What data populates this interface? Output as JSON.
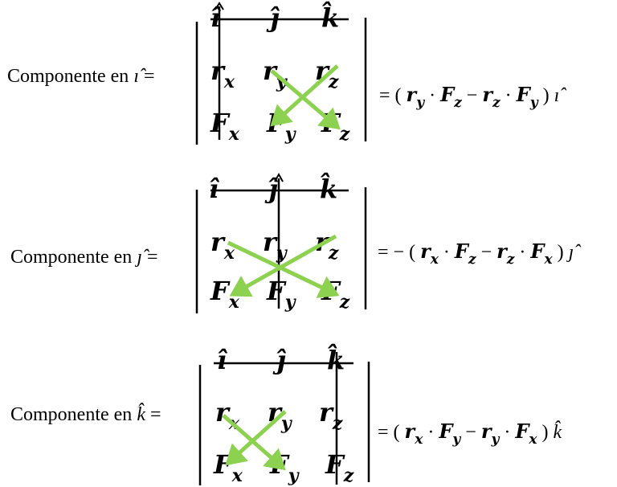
{
  "blocks": [
    {
      "label": "Componente en ",
      "unit": "ı̂",
      "eq": " =",
      "row0": [
        "ı̂",
        "ȷ̂",
        "k̂"
      ],
      "row1": [
        "r",
        "x",
        "r",
        "y",
        "r",
        "z"
      ],
      "row2": [
        "F",
        "x",
        "F",
        "y",
        "F",
        "z"
      ],
      "result": {
        "prefix": "= (",
        "a": "r",
        "a_sub": "y",
        "dot1": "·",
        "b": "F",
        "b_sub": "z",
        "minus": "−",
        "c": "r",
        "c_sub": "z",
        "dot2": "·",
        "d": "F",
        "d_sub": "y",
        "suffix": ")",
        "unit": "ı̂"
      }
    },
    {
      "label": "Componente en ",
      "unit": "ȷ̂",
      "eq": " =",
      "row0": [
        "ı̂",
        "ȷ̂",
        "k̂"
      ],
      "row1": [
        "r",
        "x",
        "r",
        "y",
        "r",
        "z"
      ],
      "row2": [
        "F",
        "x",
        "F",
        "y",
        "F",
        "z"
      ],
      "result": {
        "prefix": "= − (",
        "a": "r",
        "a_sub": "x",
        "dot1": "·",
        "b": "F",
        "b_sub": "z",
        "minus": "−",
        "c": "r",
        "c_sub": "z",
        "dot2": "·",
        "d": "F",
        "d_sub": "x",
        "suffix": ")",
        "unit": "ȷ̂"
      }
    },
    {
      "label": "Componente en ",
      "unit": "k̂",
      "eq": " =",
      "row0": [
        "ı̂",
        "ȷ̂",
        "k̂"
      ],
      "row1": [
        "r",
        "x",
        "r",
        "y",
        "r",
        "z"
      ],
      "row2": [
        "F",
        "x",
        "F",
        "y",
        "F",
        "z"
      ],
      "result": {
        "prefix": "= (",
        "a": "r",
        "a_sub": "x",
        "dot1": "·",
        "b": "F",
        "b_sub": "y",
        "minus": "−",
        "c": "r",
        "c_sub": "y",
        "dot2": "·",
        "d": "F",
        "d_sub": "x",
        "suffix": ")",
        "unit": "k̂"
      }
    }
  ],
  "colors": {
    "arrow": "#8dd151",
    "line": "#000000"
  }
}
